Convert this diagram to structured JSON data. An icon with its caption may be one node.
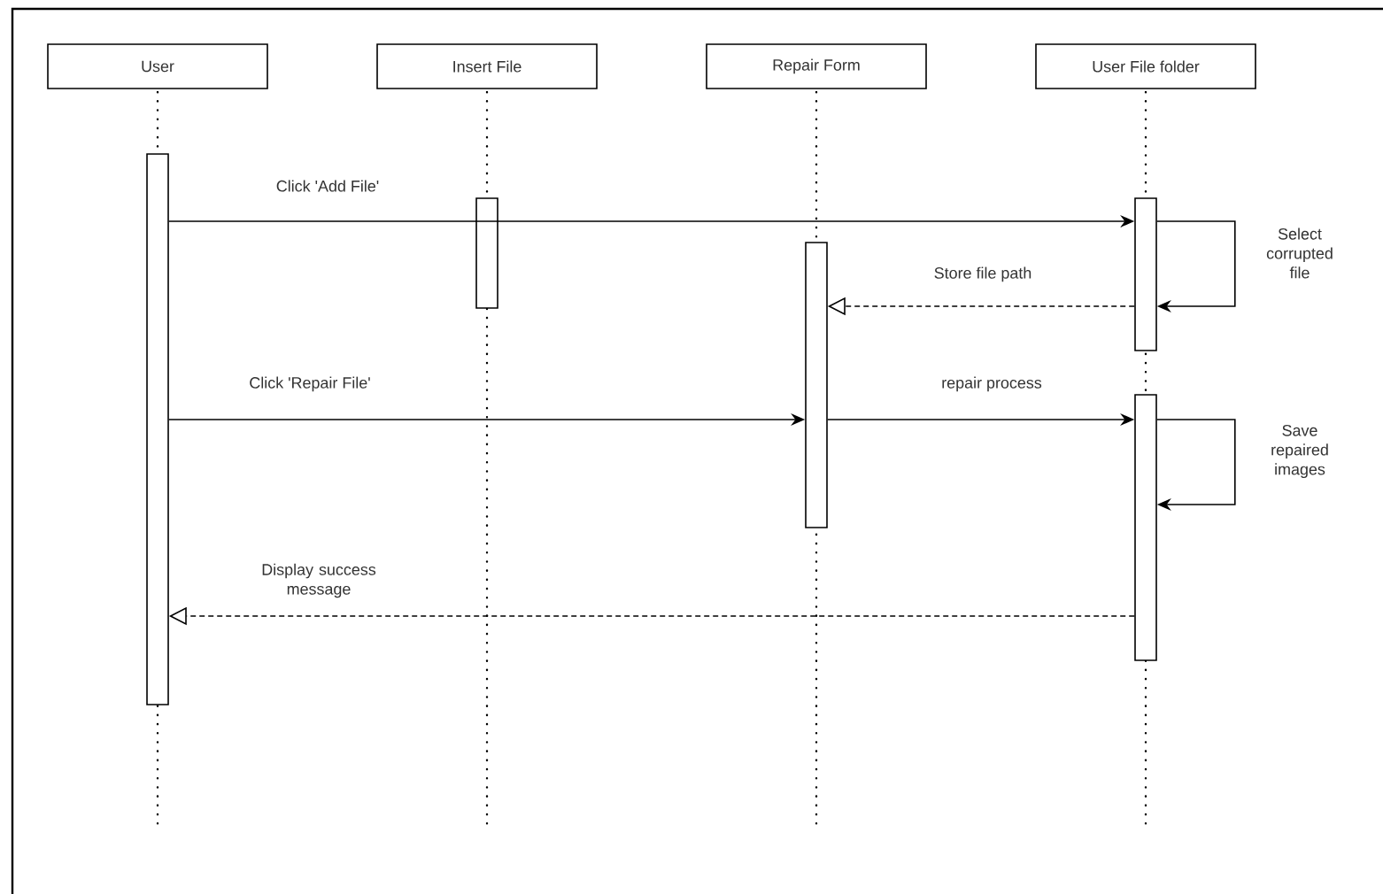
{
  "diagram": {
    "nodes": [
      {
        "text": [
          "User"
        ]
      },
      {
        "text": [
          "Insert File"
        ]
      },
      {
        "text": [
          "Repair Form"
        ]
      },
      {
        "text": [
          "User File folder"
        ]
      },
      {
        "text": [],
        "shape": "bar"
      },
      {
        "text": [],
        "shape": "bar"
      },
      {
        "text": [],
        "shape": "bar"
      },
      {
        "text": [],
        "shape": "bar"
      },
      {
        "text": [],
        "shape": "bar"
      }
    ],
    "edges": [
      {
        "from": 4,
        "to": 7,
        "arrow": "to",
        "label": "Click 'Add File'"
      },
      {
        "from": 7,
        "to": 7,
        "arrow": "to",
        "label": "Select corrupted file"
      },
      {
        "from": 7,
        "to": 6,
        "arrow": "to",
        "style": "dashed",
        "label": "Store file path"
      },
      {
        "from": 4,
        "to": 6,
        "arrow": "to",
        "label": "Click 'Repair File'"
      },
      {
        "from": 6,
        "to": 8,
        "arrow": "to",
        "label": "repair process"
      },
      {
        "from": 8,
        "to": 8,
        "arrow": "to",
        "label": "Save repaired images"
      },
      {
        "from": 8,
        "to": 4,
        "arrow": "to",
        "style": "dashed",
        "label": "Display success message"
      }
    ]
  }
}
